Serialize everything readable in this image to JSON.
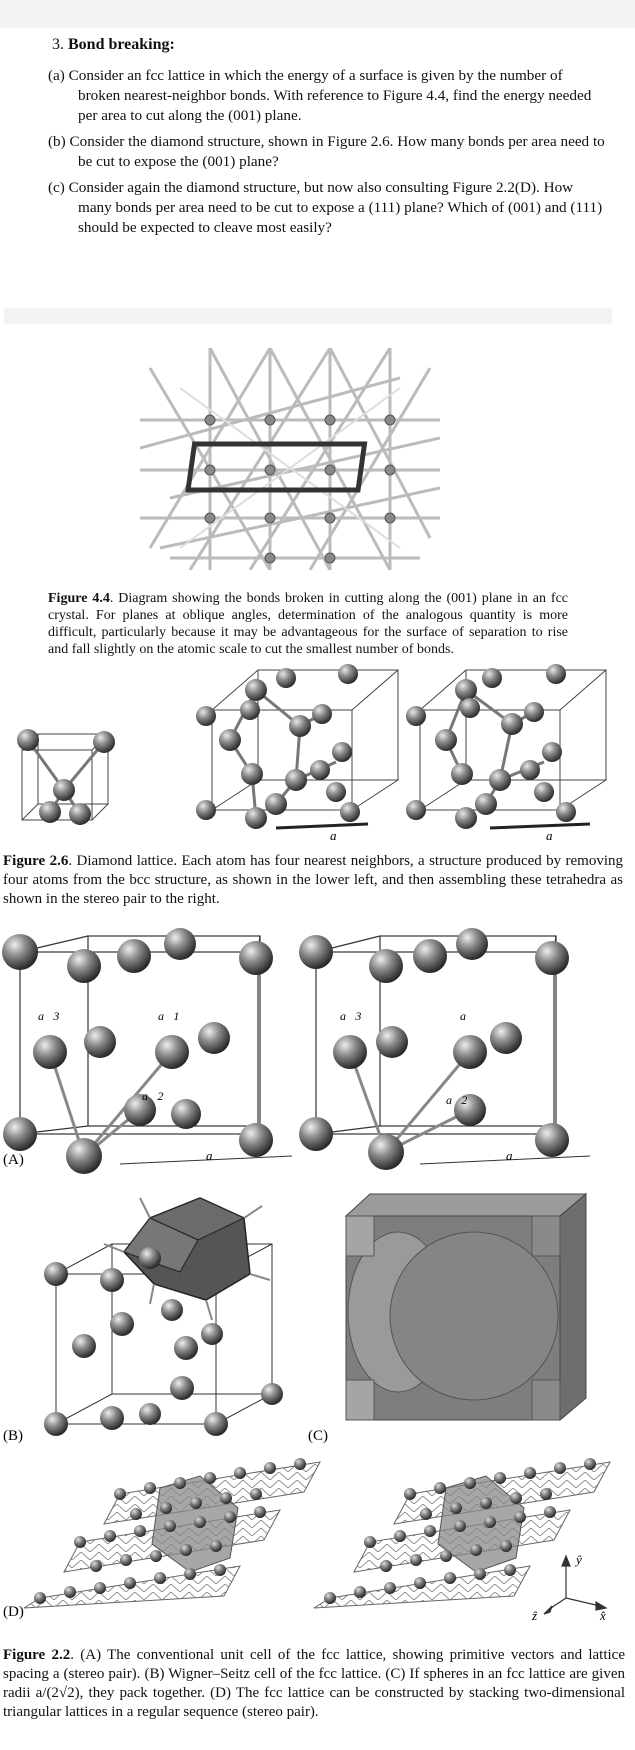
{
  "problem": {
    "number": "3.",
    "title": "Bond breaking:",
    "parts": [
      {
        "label": "(a)",
        "text": "Consider an fcc lattice in which the energy of a surface is given by the number of broken nearest-neighbor bonds. With reference to Figure 4.4, find the energy needed per area to cut along the (001) plane."
      },
      {
        "label": "(b)",
        "text": "Consider the diamond structure, shown in Figure 2.6. How many bonds per area need to be cut to expose the (001) plane?"
      },
      {
        "label": "(c)",
        "text": "Consider again the diamond structure, but now also consulting Figure 2.2(D). How many bonds per area need to be cut to expose a (111) plane? Which of (001) and (111) should be expected to cleave most easily?"
      }
    ]
  },
  "fig44": {
    "label": "Figure 4.4",
    "caption": ". Diagram showing the bonds broken in cutting along the (001) plane in an fcc crystal. For planes at oblique angles, determination of the analogous quantity is more difficult, particularly because it may be advantageous for the surface of separation to rise and fall slightly on the atomic scale to cut the smallest number of bonds."
  },
  "fig26": {
    "label": "Figure 2.6",
    "caption": ". Diamond lattice. Each atom has four nearest neighbors, a structure produced by removing four atoms from the bcc structure, as shown in the lower left, and then assembling these tetrahedra as shown in the stereo pair to the right.",
    "axis_a": "a"
  },
  "fig22": {
    "label": "Figure 2.2",
    "caption": ". (A) The conventional unit cell of the fcc lattice, showing primitive vectors and lattice spacing a (stereo pair). (B) Wigner–Seitz cell of the fcc lattice. (C) If spheres in an fcc lattice are given radii a/(2√2), they pack together. (D) The fcc lattice can be constructed by stacking two-dimensional triangular lattices in a regular sequence (stereo pair).",
    "panel_A": "(A)",
    "panel_B": "(B)",
    "panel_C": "(C)",
    "panel_D": "(D)",
    "vec_a1": "a⃗1",
    "vec_a2": "a⃗2",
    "vec_a3": "a⃗3",
    "vec_a": "a⃗",
    "lattice_a": "a",
    "axis_x": "x̂",
    "axis_y": "ŷ",
    "axis_z": "ẑ"
  }
}
